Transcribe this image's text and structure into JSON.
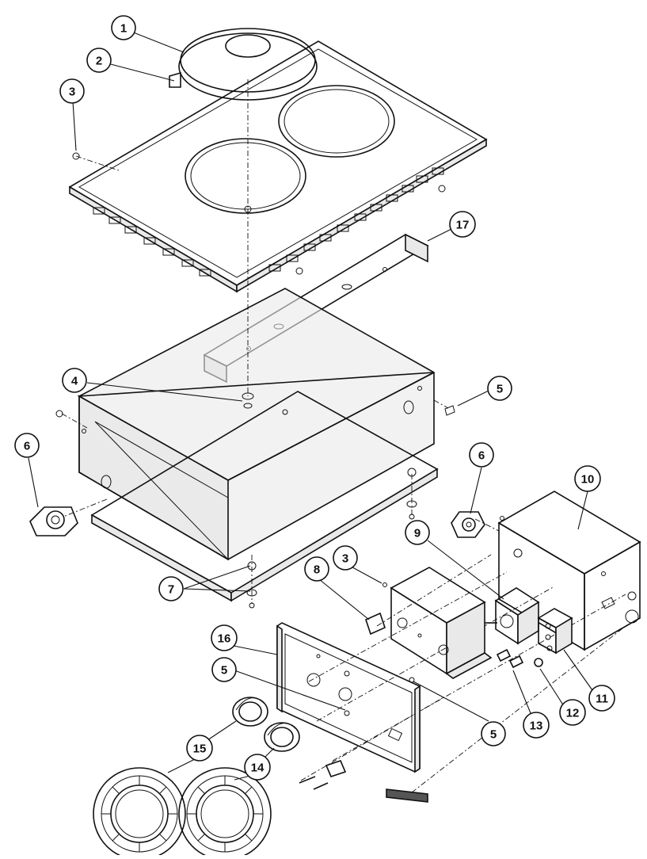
{
  "diagram": {
    "callouts": [
      {
        "id": "c1",
        "label": "1"
      },
      {
        "id": "c2",
        "label": "2"
      },
      {
        "id": "c3a",
        "label": "3"
      },
      {
        "id": "c17",
        "label": "17"
      },
      {
        "id": "c4",
        "label": "4"
      },
      {
        "id": "c5a",
        "label": "5"
      },
      {
        "id": "c6a",
        "label": "6"
      },
      {
        "id": "c6b",
        "label": "6"
      },
      {
        "id": "c10",
        "label": "10"
      },
      {
        "id": "c9",
        "label": "9"
      },
      {
        "id": "c3b",
        "label": "3"
      },
      {
        "id": "c8",
        "label": "8"
      },
      {
        "id": "c7",
        "label": "7"
      },
      {
        "id": "c16",
        "label": "16"
      },
      {
        "id": "c5b",
        "label": "5"
      },
      {
        "id": "c5c",
        "label": "5"
      },
      {
        "id": "c11",
        "label": "11"
      },
      {
        "id": "c12",
        "label": "12"
      },
      {
        "id": "c13",
        "label": "13"
      },
      {
        "id": "c15",
        "label": "15"
      },
      {
        "id": "c14",
        "label": "14"
      }
    ],
    "colors": {
      "line": "#111111",
      "shade": "#e9e9e9",
      "background": "#ffffff"
    }
  }
}
